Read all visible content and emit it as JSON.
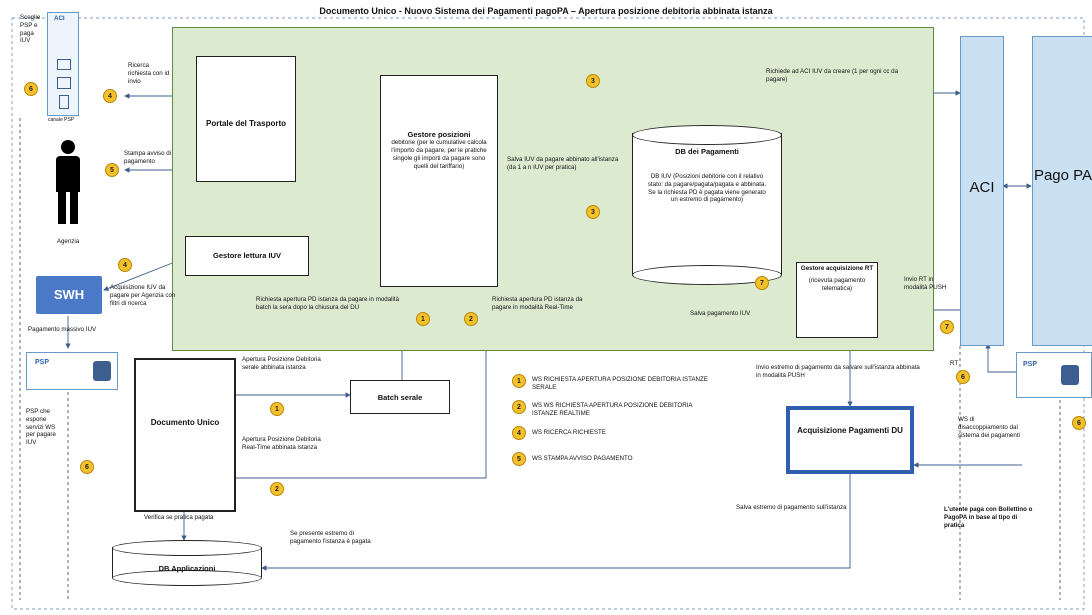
{
  "title": "Documento Unico - Nuovo Sistema dei Pagamenti pagoPA – Apertura posizione debitoria abbinata istanza",
  "nodes": {
    "portale": "Portale del Trasporto",
    "gestore_posizioni_title": "Gestore posizioni",
    "gestore_posizioni_desc": "debitorie (per le cumulative calcola l'importo da pagare, per le pratiche singole gli importi da pagare sono quelli del tariffario)",
    "db_pagamenti_title": "DB dei Pagamenti",
    "db_pagamenti_desc": "DB IUV (Posizioni debitorie con il relativo stato: da pagare/pagata/pagata e abbinata. Se la richiesta PD è pagata viene generato un estremo di pagamento)",
    "gestore_lettura": "Gestore lettura IUV",
    "gestore_acq_title": "Gestore acquisizione RT",
    "gestore_acq_desc": "(ricevuta pagamento telematica)",
    "aci": "ACI",
    "pagopa": "Pago PA",
    "swh": "SWH",
    "documento_unico": "Documento Unico",
    "batch": "Batch serale",
    "acq_du": "Acquisizione Pagamenti DU",
    "db_applicazioni": "DB Applicazioni",
    "psp": "PSP",
    "agenzia": "Agenzia",
    "canale_psp": "canale PSP",
    "aci_small": "ACI"
  },
  "labels": {
    "sceglie_psp": "Sceglie PSP e paga IUV",
    "ricerca_richiesta": "Ricerca richiesta con id invio",
    "stampa_avviso": "Stampa avviso di pagamento",
    "richiede_aci": "Richiede ad ACI IUV da creare (1 per ogni cc da pagare)",
    "salva_iuv": "Salva IUV da pagare abbinato all'istanza (da 1 a n IUV per pratica)",
    "acquisizione_iuv": "Acquisizione IUV da pagare per Agenzia con filtri di ricerca",
    "pagamento_massivo": "Pagamento massivo IUV",
    "richiesta_batch": "Richiesta apertura PD istanza da pagare in modalità batch la sera dopo la chiusura del DU",
    "richiesta_rt": "Richiesta apertura PD istanza da pagare in modalità Real-Time",
    "salva_pagamento": "Salva pagamento IUV",
    "invio_rt": "Invio RT in modalità PUSH",
    "rt": "RT",
    "apertura_serale": "Apertura Posizione Debitoria serale abbinata istanza",
    "apertura_realtime": "Apertura Posizione Debitoria Real-Time abbinata istanza",
    "invio_estremo": "Invio estremo di pagamento da salvare sull'istanza abbinata in modalità PUSH",
    "ws_disaccoppiamento": "WS di disaccoppiamento dal sistema dei pagamenti",
    "psp_espone": "PSP che espone servizi WS per pagare IUV",
    "verifica": "Verifica se pratica pagata",
    "se_presente": "Se presente estremo di pagamento l'istanza è pagata",
    "salva_estremo": "Salva estremo di pagamento sull'istanza",
    "utente_paga": "L'utente paga con Bollettino o PagoPA in base al tipo di pratica"
  },
  "legend": [
    {
      "num": "1",
      "text": "WS RICHIESTA APERTURA POSIZIONE DEBITORIA ISTANZE SERALE"
    },
    {
      "num": "2",
      "text": "WS WS RICHIESTA APERTURA POSIZIONE DEBITORIA ISTANZE REALTIME"
    },
    {
      "num": "4",
      "text": "WS RICERCA RICHIESTE"
    },
    {
      "num": "5",
      "text": "WS STAMPA AVVISO PAGAMENTO"
    }
  ],
  "badges": {
    "n6_left": "6",
    "n4_top": "4",
    "n5": "5",
    "n4_mid": "4",
    "n3_top": "3",
    "n3_mid": "3",
    "n1_green": "1",
    "n2_green": "2",
    "n7_db": "7",
    "n7_right": "7",
    "n6_rt": "6",
    "n6_far": "6",
    "n1_du": "1",
    "n2_du": "2",
    "n6_psp": "6"
  },
  "colors": {
    "green_area": "#dcebd0",
    "pillar": "#c9dff2",
    "badge": "#f4c12a",
    "swh": "#4a7ac7",
    "acq_border": "#2f5fb0"
  }
}
